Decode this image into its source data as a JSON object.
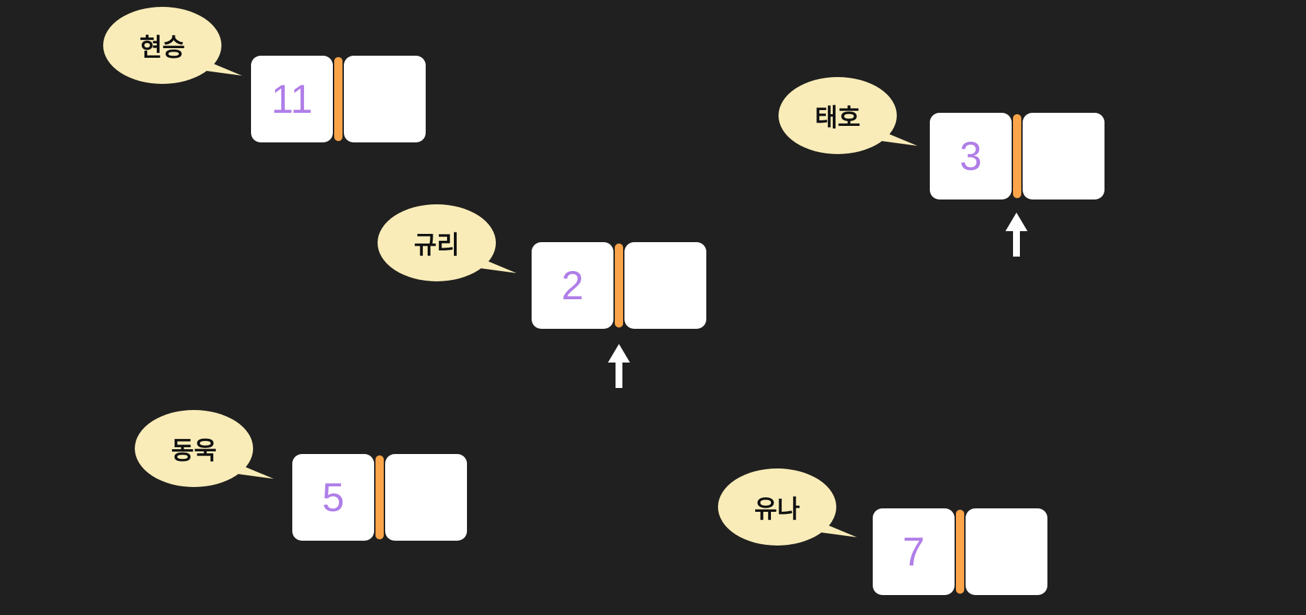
{
  "colors": {
    "background": "#202020",
    "bubble": "#f9ecb8",
    "spine": "#fba44a",
    "number": "#b07ee8",
    "page": "#ffffff"
  },
  "players": [
    {
      "name": "현승",
      "number": "11"
    },
    {
      "name": "태호",
      "number": "3"
    },
    {
      "name": "규리",
      "number": "2"
    },
    {
      "name": "동욱",
      "number": "5"
    },
    {
      "name": "유나",
      "number": "7"
    }
  ]
}
